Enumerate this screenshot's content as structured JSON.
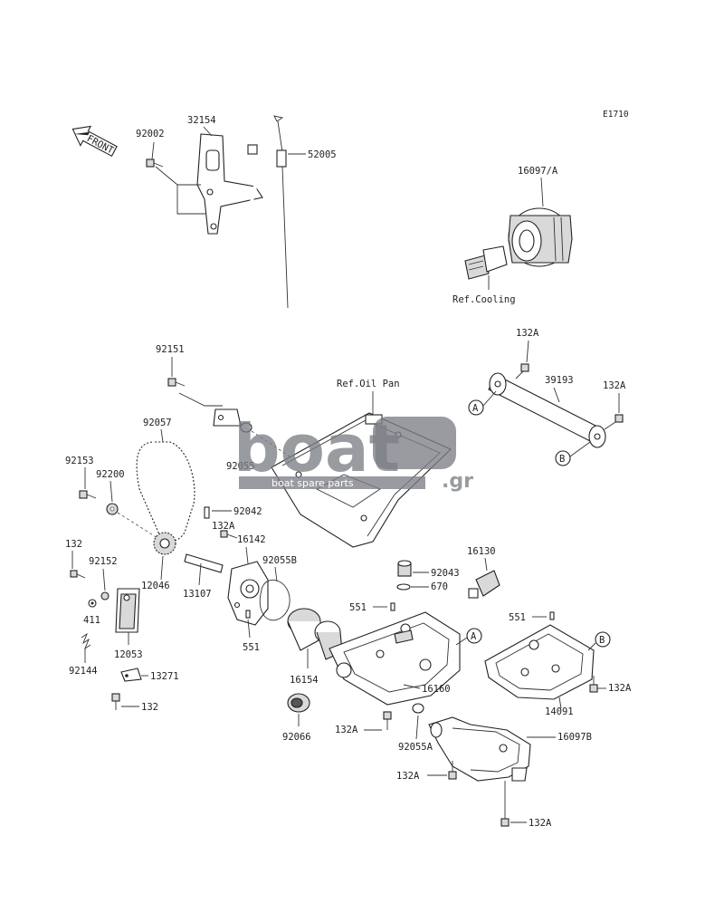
{
  "diagram_code": "E1710",
  "front_arrow_label": "FRONT",
  "watermark": {
    "main": "boat",
    "sub": "boat spare parts",
    "domain": ".gr"
  },
  "ref_labels": {
    "cooling": "Ref.Cooling",
    "oil_pan": "Ref.Oil Pan"
  },
  "callouts": {
    "A": "A",
    "B": "B"
  },
  "parts": {
    "p32154": "32154",
    "p92002": "92002",
    "p52005": "52005",
    "p16097A": "16097/A",
    "p132A_1": "132A",
    "p39193": "39193",
    "p132A_2": "132A",
    "p92151": "92151",
    "p92057": "92057",
    "p92153": "92153",
    "p92200": "92200",
    "p92055": "92055",
    "p92042": "92042",
    "p132A_3": "132A",
    "p16142": "16142",
    "p92055B": "92055B",
    "p132": "132",
    "p92152": "92152",
    "p12046": "12046",
    "p13107": "13107",
    "p411": "411",
    "p12053": "12053",
    "p551_1": "551",
    "p16130": "16130",
    "p92043": "92043",
    "p670": "670",
    "p551_2": "551",
    "p551_3": "551",
    "p92144": "92144",
    "p13271": "13271",
    "p132_2": "132",
    "p16154": "16154",
    "p16160": "16160",
    "p14091": "14091",
    "p132A_4": "132A",
    "p92066": "92066",
    "p132A_5": "132A",
    "p92055A": "92055A",
    "p16097B": "16097B",
    "p132A_6": "132A",
    "p132A_7": "132A"
  }
}
